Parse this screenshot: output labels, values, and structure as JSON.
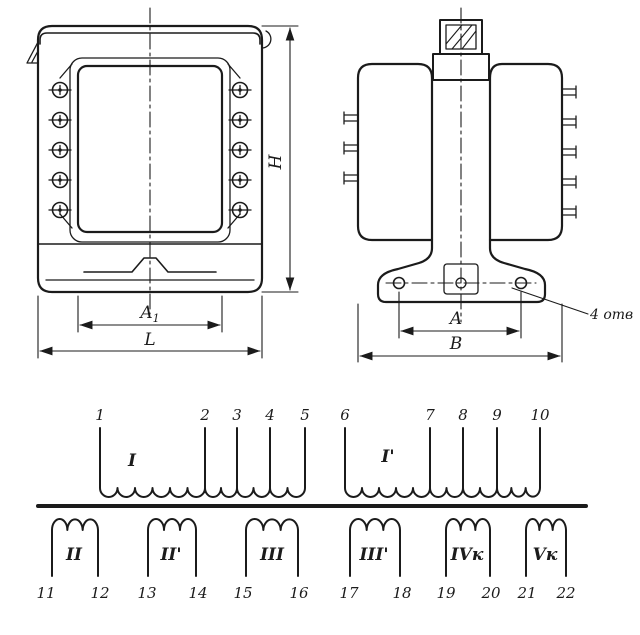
{
  "colors": {
    "ink": "#1b1b1b",
    "background": "#ffffff"
  },
  "views": {
    "front": {
      "dim_height": "H",
      "dim_window_main": "A",
      "dim_window_sub": "1",
      "dim_width": "L"
    },
    "side": {
      "dim_a": "A",
      "dim_b": "B",
      "holes_note": "4 отв"
    }
  },
  "schematic": {
    "top_terminals": [
      "1",
      "2",
      "3",
      "4",
      "5",
      "6",
      "7",
      "8",
      "9",
      "10"
    ],
    "bottom_terminals": [
      "11",
      "12",
      "13",
      "14",
      "15",
      "16",
      "17",
      "18",
      "19",
      "20",
      "21",
      "22"
    ],
    "top_windings": [
      "I",
      "I'"
    ],
    "bottom_windings": [
      "II",
      "II'",
      "III",
      "III'",
      "IVк",
      "Vк"
    ]
  }
}
